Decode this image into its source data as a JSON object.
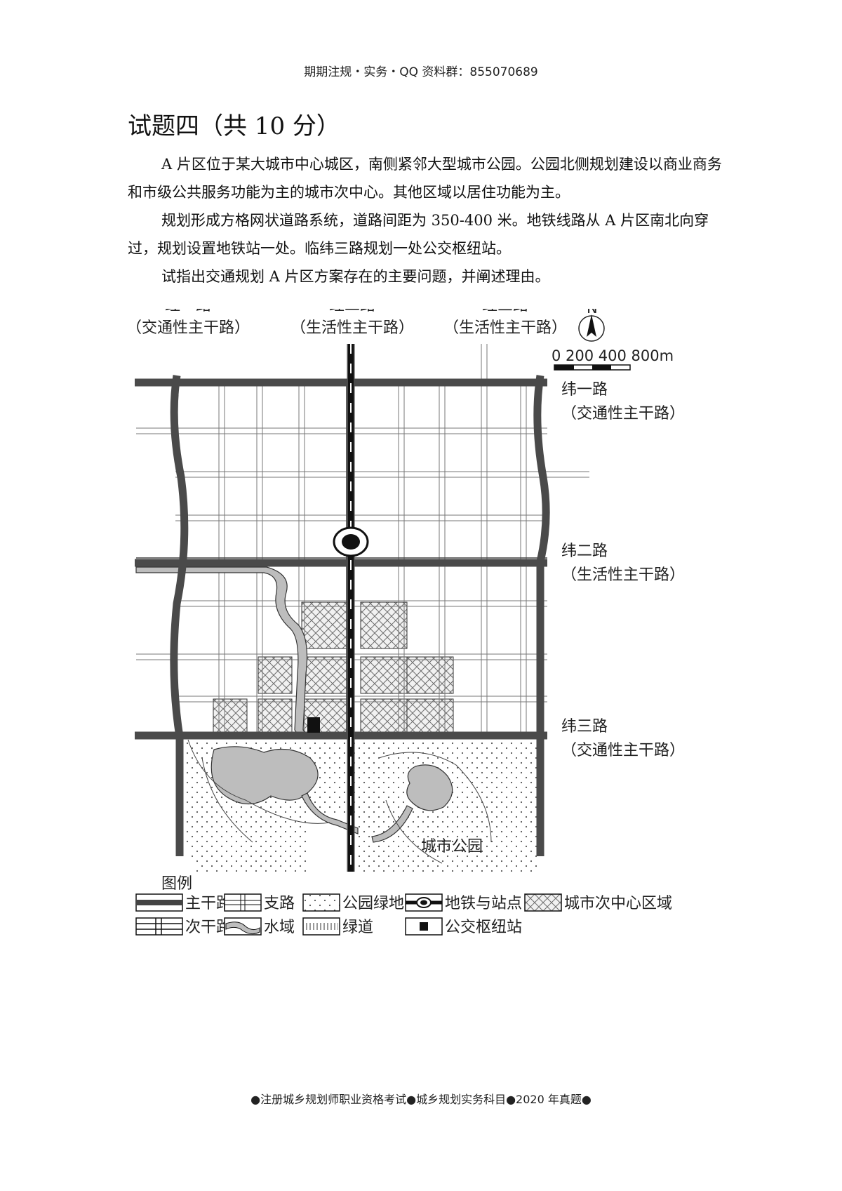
{
  "header": {
    "text": "期期注规・实务・QQ 资料群：855070689"
  },
  "title": "试题四（共 10 分）",
  "paragraphs": [
    "A 片区位于某大城市中心城区，南侧紧邻大型城市公园。公园北侧规划建设以商业商务和市级公共服务功能为主的城市次中心。其他区域以居住功能为主。",
    "规划形成方格网状道路系统，道路间距为 350-400 米。地铁线路从 A 片区南北向穿过，规划设置地铁站一处。临纬三路规划一处公交枢纽站。",
    "试指出交通规划 A 片区方案存在的主要问题，并阐述理由。"
  ],
  "map": {
    "roads_ns": [
      {
        "name": "经一路",
        "type": "（交通性主干路）"
      },
      {
        "name": "经二路",
        "type": "（生活性主干路）"
      },
      {
        "name": "经三路",
        "type": "（生活性主干路）"
      }
    ],
    "roads_ew": [
      {
        "name": "纬一路",
        "type": "（交通性主干路）"
      },
      {
        "name": "纬二路",
        "type": "（生活性主干路）"
      },
      {
        "name": "纬三路",
        "type": "（交通性主干路）"
      }
    ],
    "north": "N",
    "scale": "0 200 400  800m",
    "park_label": "城市公园",
    "legend_title": "图例",
    "legend": [
      "主干路",
      "支路",
      "公园绿地",
      "地铁与站点",
      "城市次中心区域",
      "次干路",
      "水域",
      "绿道",
      "公交枢纽站"
    ]
  },
  "footer": "●注册城乡规划师职业资格考试●城乡规划实务科目●2020 年真题●"
}
